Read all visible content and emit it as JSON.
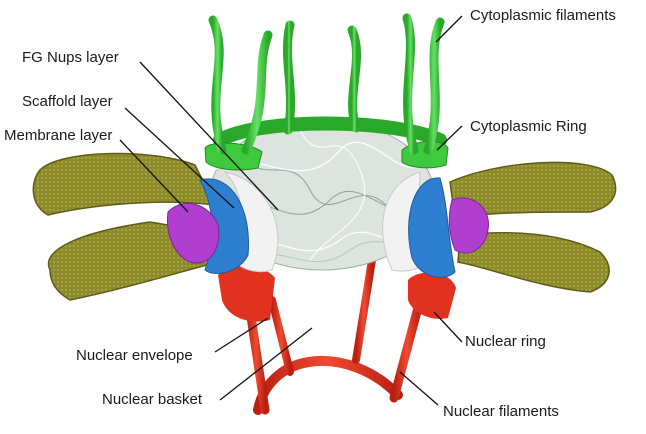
{
  "diagram": {
    "labels": {
      "cytoplasmic_filaments": "Cytoplasmic filaments",
      "fg_nups_layer": "FG Nups layer",
      "scaffold_layer": "Scaffold layer",
      "membrane_layer": "Membrane layer",
      "cytoplasmic_ring": "Cytoplasmic Ring",
      "nuclear_envelope": "Nuclear envelope",
      "nuclear_ring": "Nuclear ring",
      "nuclear_basket": "Nuclear basket",
      "nuclear_filaments": "Nuclear filaments"
    },
    "colors": {
      "envelope": "#8c8a2a",
      "envelope_dark": "#5e5c16",
      "membrane": "#b03fd0",
      "scaffold": "#2f7fd0",
      "scaffold_white": "#f2f2f2",
      "cytoplasmic": "#3ec93e",
      "nuclear": "#e0321f",
      "fg_nups": "#c8d2cc",
      "leader": "#111111"
    }
  }
}
